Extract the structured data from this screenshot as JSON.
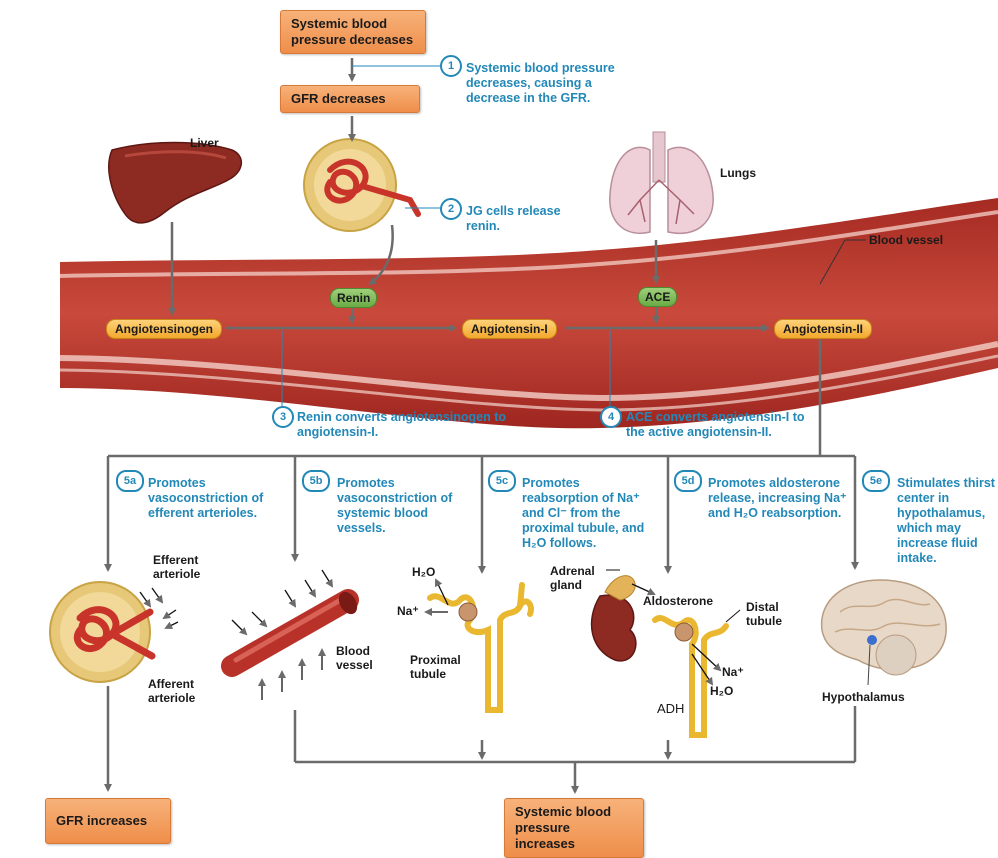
{
  "boxes": {
    "bp_decreases": "Systemic blood pressure decreases",
    "gfr_decreases": "GFR decreases",
    "gfr_increases": "GFR increases",
    "bp_increases": "Systemic blood pressure increases"
  },
  "molecules": {
    "angiotensinogen": "Angiotensinogen",
    "angiotensin_1": "Angiotensin-I",
    "angiotensin_2": "Angiotensin-II",
    "renin": "Renin",
    "ace": "ACE"
  },
  "steps": [
    {
      "badge": "1",
      "text": "Systemic blood pressure decreases, causing a decrease in the GFR."
    },
    {
      "badge": "2",
      "text": "JG cells release renin."
    },
    {
      "badge": "3",
      "text": "Renin converts angiotensinogen to angiotensin-I."
    },
    {
      "badge": "4",
      "text": "ACE converts angiotensin-I to the active angiotensin-II."
    },
    {
      "badge": "5a",
      "text": "Promotes vasoconstriction of efferent arterioles."
    },
    {
      "badge": "5b",
      "text": "Promotes vasoconstriction of systemic blood vessels."
    },
    {
      "badge": "5c",
      "text": "Promotes reabsorption of Na⁺ and Cl⁻ from the proximal tubule, and H₂O follows."
    },
    {
      "badge": "5d",
      "text": "Promotes aldosterone release, increasing Na⁺ and H₂O reabsorption."
    },
    {
      "badge": "5e",
      "text": "Stimulates thirst center in hypothalamus, which may increase fluid intake."
    }
  ],
  "labels": {
    "liver": "Liver",
    "lungs": "Lungs",
    "blood_vessel_top": "Blood vessel",
    "efferent": "Efferent arteriole",
    "afferent": "Afferent arteriole",
    "blood_vessel_5b": "Blood vessel",
    "h2o_5c": "H₂O",
    "na_5c": "Na⁺",
    "proximal": "Proximal tubule",
    "adrenal": "Adrenal gland",
    "aldosterone": "Aldosterone",
    "distal": "Distal tubule",
    "na_5d": "Na⁺",
    "h2o_5d": "H₂O",
    "adh": "ADH",
    "hypothalamus": "Hypothalamus"
  },
  "colors": {
    "step_text": "#2288b8",
    "arrow": "#6b6b6b",
    "vessel": "#b8322a",
    "box": "#ef8e4a",
    "molecule": "#f3a82c",
    "enzyme": "#6aab45"
  }
}
